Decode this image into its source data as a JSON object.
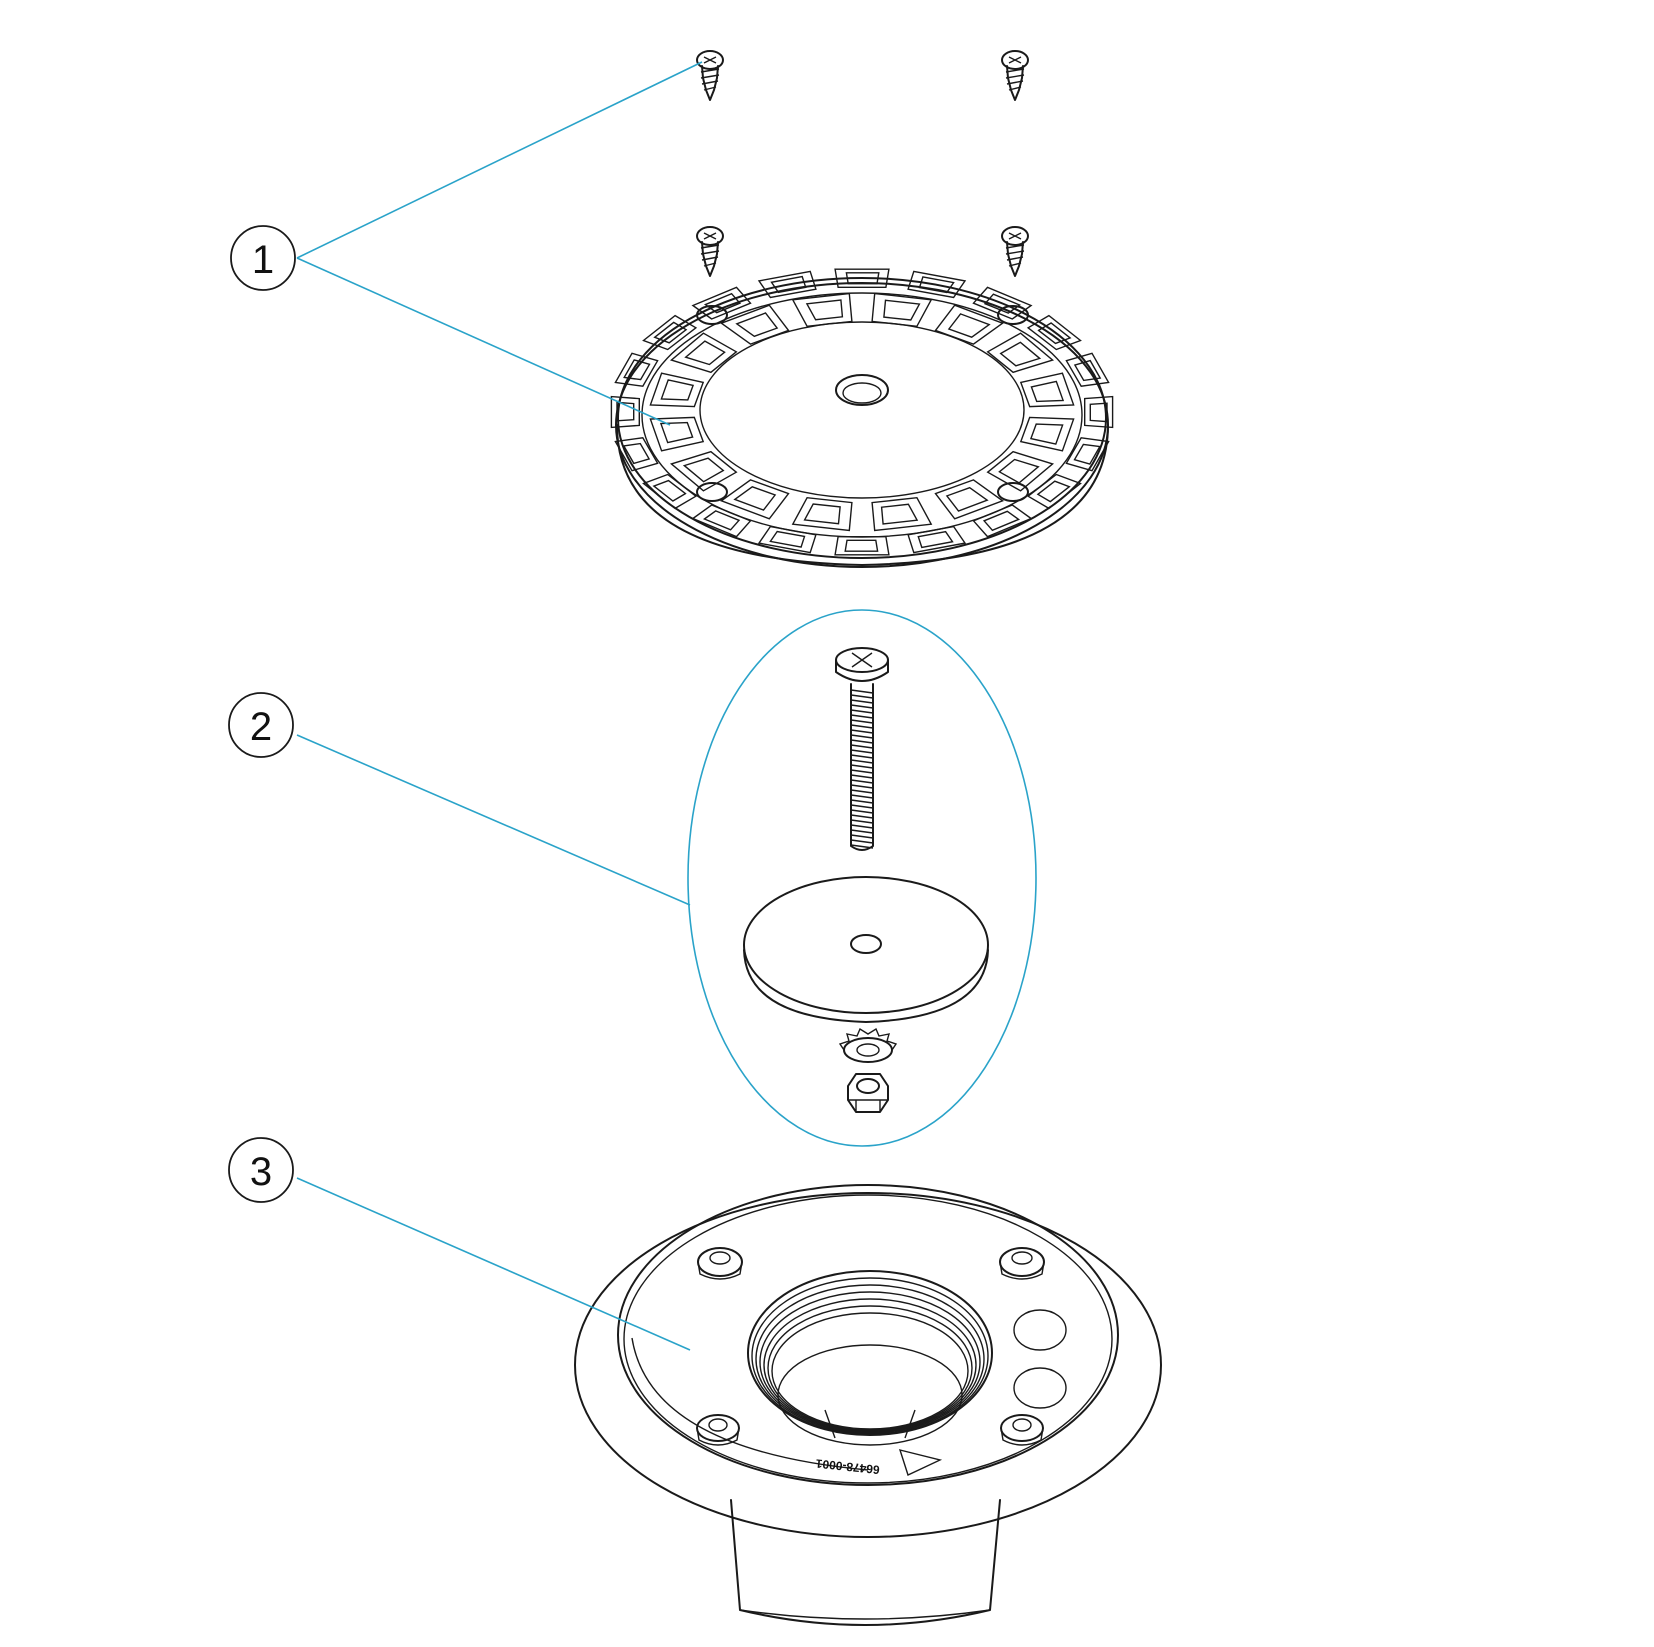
{
  "diagram": {
    "kind": "exploded parts view",
    "callouts": [
      {
        "label": "1",
        "part": "grille-cover-with-screws"
      },
      {
        "label": "2",
        "part": "bolt-washer-nut-kit"
      },
      {
        "label": "3",
        "part": "drain-body"
      }
    ],
    "part_number_stamp": "66478-0001",
    "colors": {
      "line_art": "#1a1a1a",
      "leader_lines": "#2aa3c9",
      "background": "#ffffff"
    }
  }
}
